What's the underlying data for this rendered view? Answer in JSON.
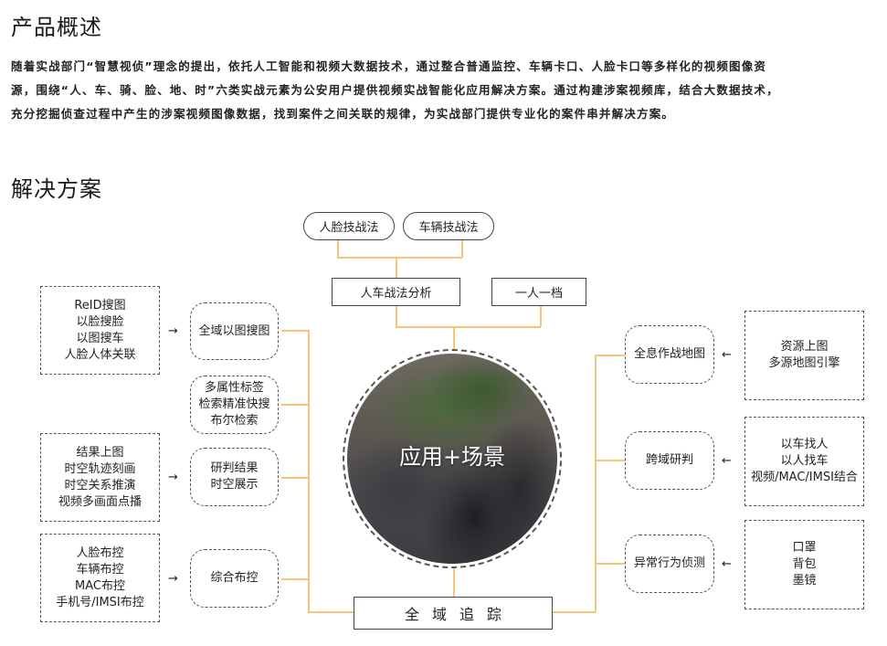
{
  "overview": {
    "title": "产品概述",
    "lines": [
      "随着实战部门“智慧视侦”理念的提出，依托人工智能和视频大数据技术，通过整合普通监控、车辆卡口、人脸卡口等多样化的视频图像资",
      "源，围绕“人、车、骑、脸、地、时”六类实战元素为公安用户提供视频实战智能化应用解决方案。通过构建涉案视频库，结合大数据技术，",
      "充分挖掘侦查过程中产生的涉案视频图像数据，找到案件之间关联的规律，为实战部门提供专业化的案件串并解决方案。"
    ]
  },
  "solution": {
    "title": "解决方案",
    "colors": {
      "connector": "#f5c57a",
      "border": "#444444"
    },
    "top": {
      "pills": [
        "人脸技战法",
        "车辆技战法"
      ],
      "analysis": "人车战法分析",
      "archive": "一人一档"
    },
    "center": {
      "label": "应用+场景",
      "bottom": "全域追踪"
    },
    "left": [
      {
        "source": [
          "ReID搜图",
          "以脸搜脸",
          "以图搜车",
          "人脸人体关联"
        ],
        "arrow": "→",
        "node": [
          "全域以图搜图"
        ]
      },
      {
        "source": [],
        "arrow": "",
        "node": [
          "多属性标签",
          "检索精准快搜",
          "布尔检索"
        ]
      },
      {
        "source": [
          "结果上图",
          "时空轨迹刻画",
          "时空关系推演",
          "视频多画面点播"
        ],
        "arrow": "→",
        "node": [
          "研判结果",
          "时空展示"
        ]
      },
      {
        "source": [
          "人脸布控",
          "车辆布控",
          "MAC布控",
          "手机号/IMSI布控"
        ],
        "arrow": "→",
        "node": [
          "综合布控"
        ]
      }
    ],
    "right": [
      {
        "node": [
          "全息作战地图"
        ],
        "arrow": "←",
        "source": [
          "资源上图",
          "多源地图引擎"
        ]
      },
      {
        "node": [
          "跨域研判"
        ],
        "arrow": "←",
        "source": [
          "以车找人",
          "以人找车",
          "视频/MAC/IMSI结合"
        ]
      },
      {
        "node": [
          "异常行为侦测"
        ],
        "arrow": "←",
        "source": [
          "口罩",
          "背包",
          "墨镜"
        ]
      }
    ]
  }
}
